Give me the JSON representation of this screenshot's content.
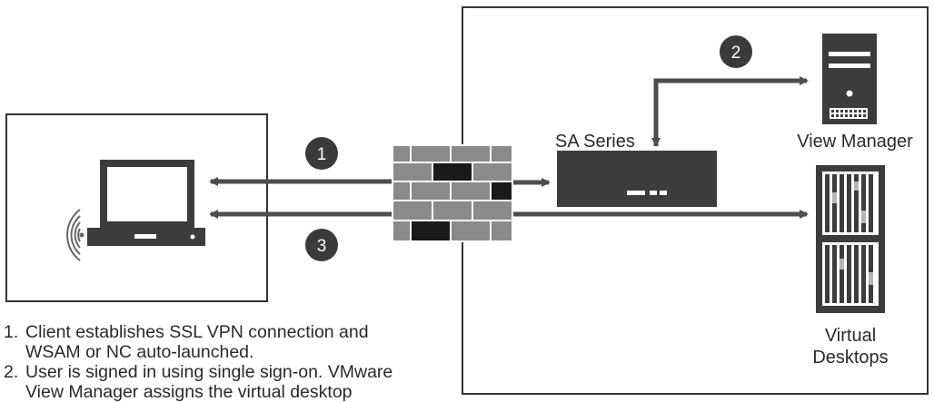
{
  "labels": {
    "sa_series": "SA Series",
    "view_manager": "View Manager",
    "virtual_desktops": "Virtual\nDesktops"
  },
  "badges": {
    "one": "1",
    "two": "2",
    "three": "3"
  },
  "steps": [
    {
      "num": "1.",
      "lines": [
        "Client establishes SSL VPN connection and",
        "WSAM or NC auto-launched."
      ]
    },
    {
      "num": "2.",
      "lines": [
        "User is signed in using single sign-on. VMware",
        "View Manager assigns the virtual desktop"
      ]
    }
  ],
  "colors": {
    "line": "#4d4d4d",
    "badge": "#3a3a3a",
    "device_dark": "#3c3c3c",
    "brick_light": "#8a8a8a",
    "brick_dark": "#1a1a1a",
    "border": "#333333"
  }
}
